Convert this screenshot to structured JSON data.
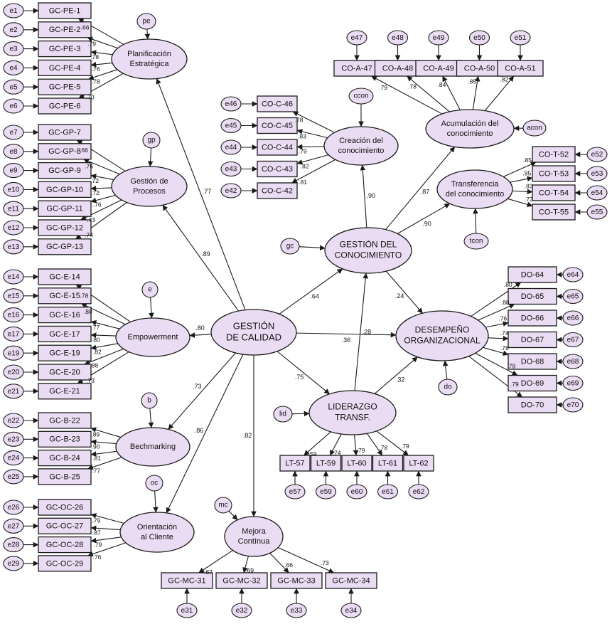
{
  "diagram": {
    "latents": [
      {
        "id": "GC",
        "lines": [
          "GESTIÓN",
          "DE CALIDAD"
        ]
      },
      {
        "id": "PE",
        "lines": [
          "Planificación",
          "Estratégica"
        ]
      },
      {
        "id": "GP",
        "lines": [
          "Gestión de",
          "Procesos"
        ]
      },
      {
        "id": "E",
        "lines": [
          "Empowerment"
        ]
      },
      {
        "id": "B",
        "lines": [
          "Bechmarking"
        ]
      },
      {
        "id": "OC",
        "lines": [
          "Orientación",
          "al Cliente"
        ]
      },
      {
        "id": "MC",
        "lines": [
          "Mejora",
          "Contínua"
        ]
      },
      {
        "id": "GCO",
        "lines": [
          "GESTIÓN DEL",
          "CONOCIMIENTO"
        ]
      },
      {
        "id": "CC",
        "lines": [
          "Creación del",
          "conocimiento"
        ]
      },
      {
        "id": "CA",
        "lines": [
          "Acumulación del",
          "conocimiento"
        ]
      },
      {
        "id": "TC",
        "lines": [
          "Transferencia",
          "del conocimiento"
        ]
      },
      {
        "id": "DO",
        "lines": [
          "DESEMPEÑO",
          "ORGANIZACIONAL"
        ]
      },
      {
        "id": "LT",
        "lines": [
          "LIDERAZGO",
          "TRANSF."
        ]
      }
    ],
    "disturbances": [
      {
        "target": "PE",
        "label": "pe"
      },
      {
        "target": "GP",
        "label": "gp"
      },
      {
        "target": "E",
        "label": "e"
      },
      {
        "target": "B",
        "label": "b"
      },
      {
        "target": "OC",
        "label": "oc"
      },
      {
        "target": "MC",
        "label": "mc"
      },
      {
        "target": "CC",
        "label": "ccon"
      },
      {
        "target": "CA",
        "label": "acon"
      },
      {
        "target": "TC",
        "label": "tcon"
      },
      {
        "target": "GCO",
        "label": "gc"
      },
      {
        "target": "DO",
        "label": "do"
      },
      {
        "target": "LT",
        "label": "lid"
      }
    ],
    "structural_paths": [
      {
        "from": "GC",
        "to": "PE",
        "coef": ".77"
      },
      {
        "from": "GC",
        "to": "GP",
        "coef": ".89"
      },
      {
        "from": "GC",
        "to": "E",
        "coef": ".80"
      },
      {
        "from": "GC",
        "to": "B",
        "coef": ".73"
      },
      {
        "from": "GC",
        "to": "OC",
        "coef": ".86"
      },
      {
        "from": "GC",
        "to": "MC",
        "coef": ".82"
      },
      {
        "from": "GC",
        "to": "GCO",
        "coef": ".64"
      },
      {
        "from": "GC",
        "to": "DO",
        "coef": ".36"
      },
      {
        "from": "GC",
        "to": "LT",
        "coef": ".75"
      },
      {
        "from": "GCO",
        "to": "CC",
        "coef": ".90"
      },
      {
        "from": "GCO",
        "to": "CA",
        "coef": ".87"
      },
      {
        "from": "GCO",
        "to": "TC",
        "coef": ".90"
      },
      {
        "from": "GCO",
        "to": "DO",
        "coef": ".24"
      },
      {
        "from": "LT",
        "to": "GCO",
        "coef": ".28"
      },
      {
        "from": "LT",
        "to": "DO",
        "coef": ".32"
      }
    ],
    "indicator_groups": [
      {
        "factor": "PE",
        "items": [
          {
            "name": "GC-PE-1",
            "err": "e1",
            "load": ".66"
          },
          {
            "name": "GC-PE-2",
            "err": "e2",
            "load": ".79"
          },
          {
            "name": "GC-PE-3",
            "err": "e3",
            "load": ".78"
          },
          {
            "name": "GC-PE-4",
            "err": "e4",
            "load": ".76"
          },
          {
            "name": "GC-PE-5",
            "err": "e5",
            "load": ".78"
          },
          {
            "name": "GC-PE-6",
            "err": "e6",
            "load": ".70"
          }
        ]
      },
      {
        "factor": "GP",
        "items": [
          {
            "name": "GC-GP-7",
            "err": "e7",
            "load": ".66"
          },
          {
            "name": "GC-GP-8",
            "err": "e8",
            "load": ".76"
          },
          {
            "name": "GC-GP-9",
            "err": "e9",
            "load": ".72"
          },
          {
            "name": "GC-GP-10",
            "err": "e10",
            "load": ".72"
          },
          {
            "name": "GC-GP-11",
            "err": "e11",
            "load": ".76"
          },
          {
            "name": "GC-GP-12",
            "err": "e12",
            "load": ".73"
          },
          {
            "name": "GC-GP-13",
            "err": "e13",
            "load": ".74"
          }
        ]
      },
      {
        "factor": "E",
        "items": [
          {
            "name": "GC-E-14",
            "err": "e14",
            "load": ".78"
          },
          {
            "name": "GC-E-15",
            "err": "e15",
            "load": ".80"
          },
          {
            "name": "GC-E-16",
            "err": "e16",
            "load": ".77"
          },
          {
            "name": "GC-E-17",
            "err": "e17",
            "load": ".80"
          },
          {
            "name": "GC-E-19",
            "err": "e19",
            "load": ".82"
          },
          {
            "name": "GC-E-20",
            "err": "e20",
            "load": ".88"
          },
          {
            "name": "GC-E-21",
            "err": "e21",
            "load": ".73"
          }
        ]
      },
      {
        "factor": "B",
        "items": [
          {
            "name": "GC-B-22",
            "err": "e22",
            "load": ".89"
          },
          {
            "name": "GC-B-23",
            "err": "e23",
            "load": ".90"
          },
          {
            "name": "GC-B-24",
            "err": "e24",
            "load": ".81"
          },
          {
            "name": "GC-B-25",
            "err": "e25",
            "load": ".77"
          }
        ]
      },
      {
        "factor": "OC",
        "items": [
          {
            "name": "GC-OC-26",
            "err": "e26",
            "load": ".79"
          },
          {
            "name": "GC-OC-27",
            "err": "e27",
            "load": ".87"
          },
          {
            "name": "GC-OC-28",
            "err": "e28",
            "load": ".79"
          },
          {
            "name": "GC-OC-29",
            "err": "e29",
            "load": ".76"
          }
        ]
      },
      {
        "factor": "MC",
        "items": [
          {
            "name": "GC-MC-31",
            "err": "e31",
            "load": ".67"
          },
          {
            "name": "GC-MC-32",
            "err": "e32",
            "load": ".69"
          },
          {
            "name": "GC-MC-33",
            "err": "e33",
            "load": ".66"
          },
          {
            "name": "GC-MC-34",
            "err": "e34",
            "load": ".73"
          }
        ]
      },
      {
        "factor": "CC",
        "items": [
          {
            "name": "CO-C-46",
            "err": "e46",
            "load": ".78"
          },
          {
            "name": "CO-C-45",
            "err": "e45",
            "load": ".83"
          },
          {
            "name": "CO-C-44",
            "err": "e44",
            "load": ".79"
          },
          {
            "name": "CO-C-43",
            "err": "e43",
            "load": ".82"
          },
          {
            "name": "CO-C-42",
            "err": "e42",
            "load": ".81"
          }
        ]
      },
      {
        "factor": "CA",
        "items": [
          {
            "name": "CO-A-47",
            "err": "e47",
            "load": ".79"
          },
          {
            "name": "CO-A-48",
            "err": "e48",
            "load": ".78"
          },
          {
            "name": "CO-A-49",
            "err": "e49",
            "load": ".84"
          },
          {
            "name": "CO-A-50",
            "err": "e50",
            "load": ".85"
          },
          {
            "name": "CO-A-51",
            "err": "e51",
            "load": ".82"
          }
        ]
      },
      {
        "factor": "TC",
        "items": [
          {
            "name": "CO-T-52",
            "err": "e52",
            "load": ".85"
          },
          {
            "name": "CO-T-53",
            "err": "e53",
            "load": ".85"
          },
          {
            "name": "CO-T-54",
            "err": "e54",
            "load": ".83"
          },
          {
            "name": "CO-T-55",
            "err": "e55",
            "load": ".73"
          }
        ]
      },
      {
        "factor": "DO",
        "items": [
          {
            "name": "DO-64",
            "err": "e64",
            "load": ".80"
          },
          {
            "name": "DO-65",
            "err": "e65",
            "load": ".88"
          },
          {
            "name": "DO-66",
            "err": "e66",
            "load": ".76"
          },
          {
            "name": "DO-67",
            "err": "e67",
            "load": ".74"
          },
          {
            "name": "DO-68",
            "err": "e68",
            "load": ".78"
          },
          {
            "name": "DO-69",
            "err": "e69",
            "load": ".79"
          },
          {
            "name": "DO-70",
            "err": "e70",
            "load": ".79"
          }
        ]
      },
      {
        "factor": "LT",
        "items": [
          {
            "name": "LT-57",
            "err": "e57",
            "load": ".59"
          },
          {
            "name": "LT-59",
            "err": "e59",
            "load": ".74"
          },
          {
            "name": "LT-60",
            "err": "e60",
            "load": ".79"
          },
          {
            "name": "LT-61",
            "err": "e61",
            "load": ".78"
          },
          {
            "name": "LT-62",
            "err": "e62",
            "load": ".79"
          }
        ]
      }
    ]
  }
}
